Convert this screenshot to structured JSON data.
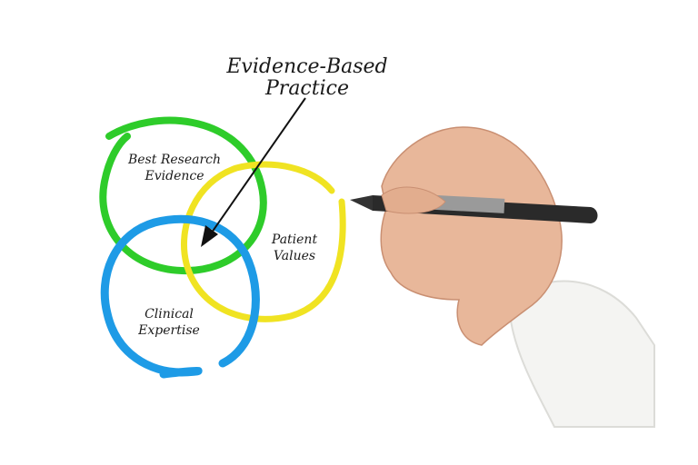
{
  "title": {
    "line1": "Evidence-Based",
    "line2": "Practice"
  },
  "circles": [
    {
      "label_line1": "Best Research",
      "label_line2": "Evidence",
      "color": "#2ecc2a"
    },
    {
      "label_line1": "Patient",
      "label_line2": "Values",
      "color": "#f0e322"
    },
    {
      "label_line1": "Clinical",
      "label_line2": "Expertise",
      "color": "#1e9be6"
    }
  ],
  "colors": {
    "arrow": "#111111",
    "skin": "#e8b79a",
    "sleeve": "#f4f4f2",
    "pen": "#2a2a2a"
  }
}
